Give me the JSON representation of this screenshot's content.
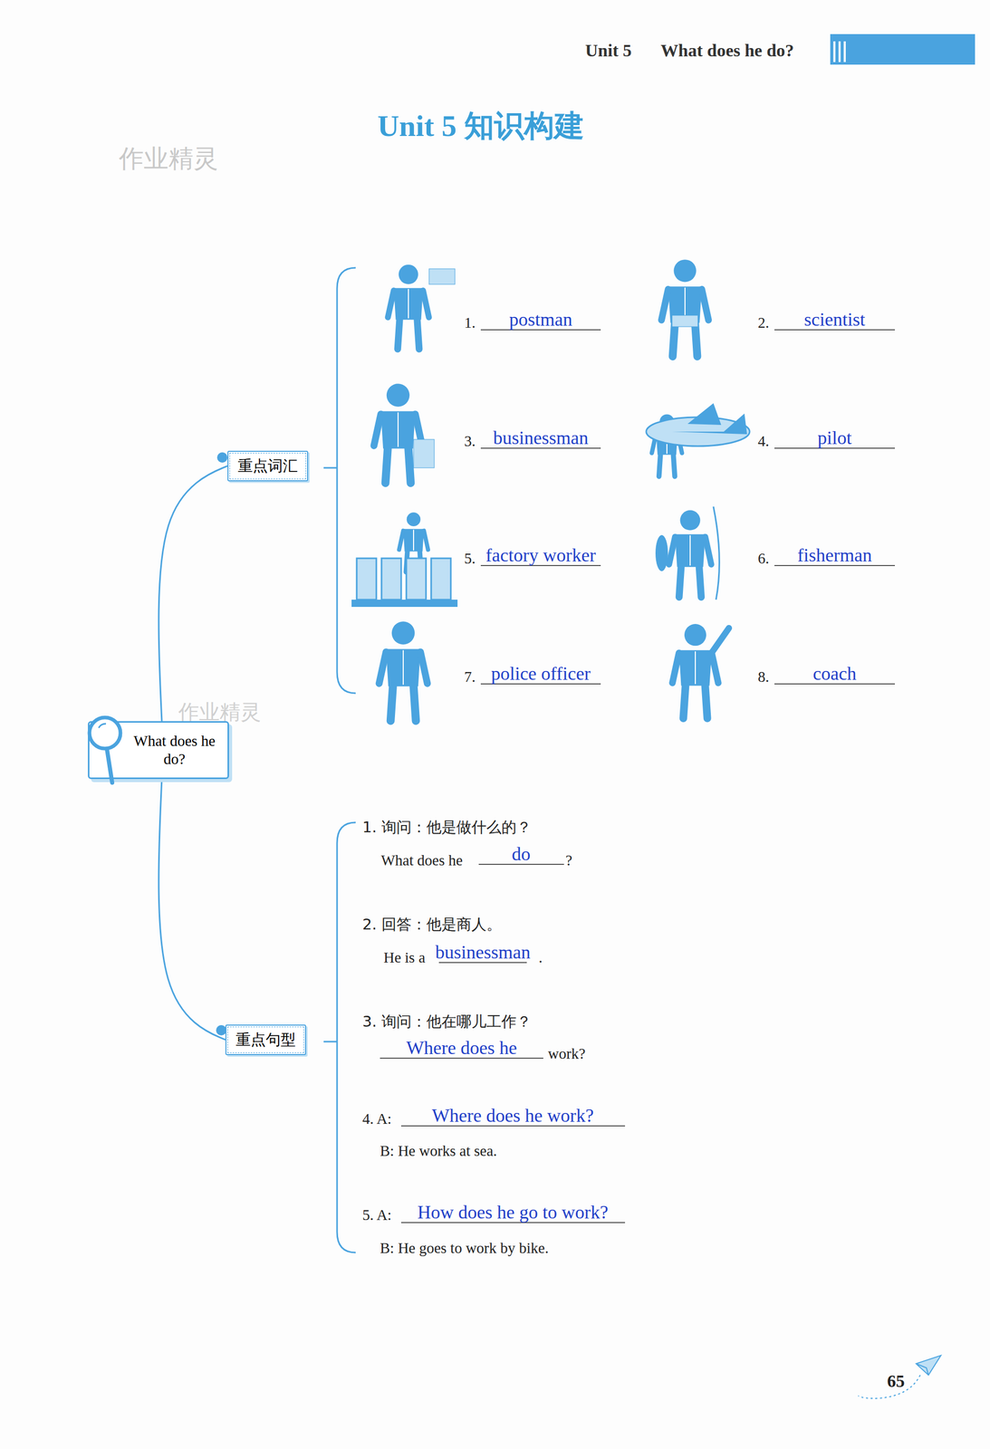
{
  "diagram": {
    "title": "Unit 5 知识构建",
    "nodes": [
      {
        "text": [
          "What does he do?"
        ]
      },
      {
        "text": [
          "重点词汇"
        ]
      },
      {
        "text": [
          "重点句型"
        ]
      }
    ],
    "edges": [
      {
        "from": 0,
        "to": 1,
        "arrow": "none"
      },
      {
        "from": 0,
        "to": 2,
        "arrow": "none"
      }
    ],
    "labels": [
      "Unit 5",
      "What does he do?",
      "作业精灵",
      "作业精灵",
      "1.",
      "postman",
      "2.",
      "scientist",
      "3.",
      "businessman",
      "4.",
      "pilot",
      "5.",
      "factory worker",
      "6.",
      "fisherman",
      "7.",
      "police officer",
      "8.",
      "coach",
      "1. 询问：他是做什么的？",
      "What does he",
      "do",
      "?",
      "2. 回答：他是商人。",
      "He is a",
      "businessman",
      ".",
      "3. 询问：他在哪儿工作？",
      "Where does he",
      "work?",
      "4. A:",
      "Where does he work?",
      "B: He works at sea.",
      "5. A:",
      "How does he go to work?",
      "B: He goes to work by bike.",
      "65"
    ]
  }
}
